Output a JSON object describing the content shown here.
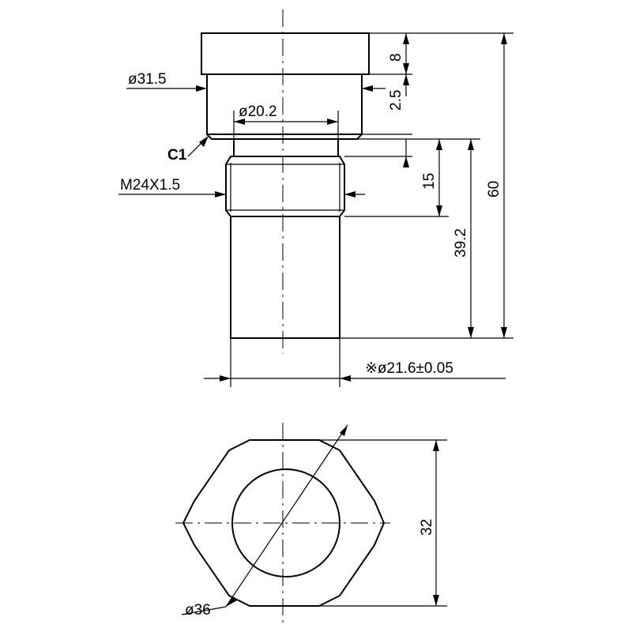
{
  "drawing": {
    "dimensions": {
      "collar_height": "8",
      "groove_height": "2.5",
      "collar_diameter": "ø31.5",
      "bore_diameter": "ø20.2",
      "chamfer": "C1",
      "thread": "M24X1.5",
      "thread_length": "15",
      "shank_length": "39.2",
      "overall_length": "60",
      "shank_diameter": "※ø21.6±0.05",
      "hex_across_flats": "32",
      "hex_across_corners": "ø36"
    }
  }
}
